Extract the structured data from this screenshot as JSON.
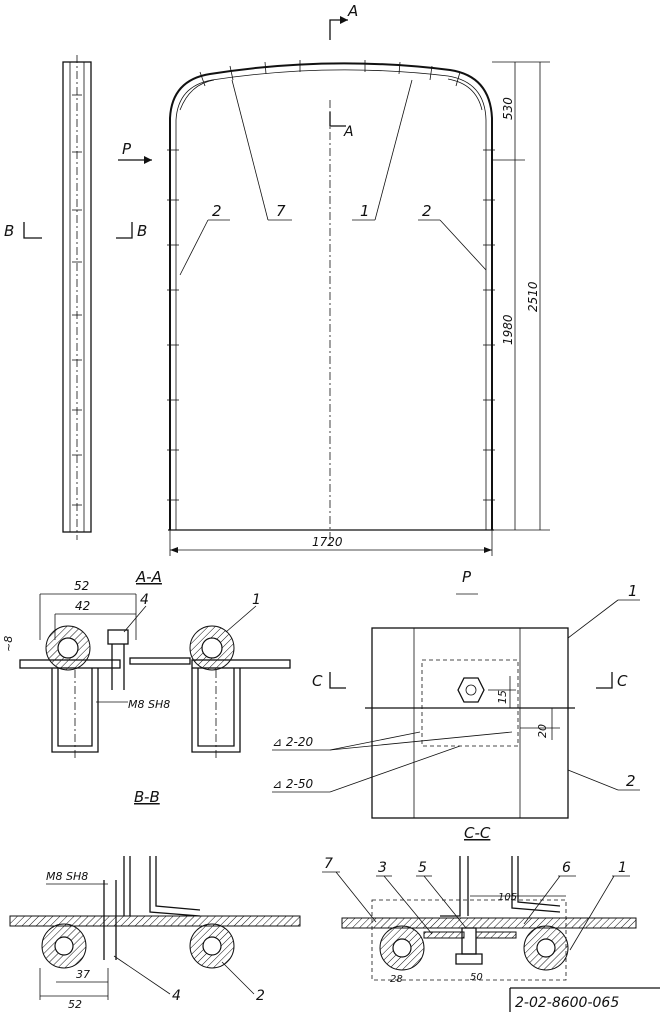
{
  "drawing": {
    "section_marks": {
      "a_top": "A",
      "a_mid": "A",
      "p_view": "P",
      "b_left": "B",
      "b_right": "B",
      "c_left": "C",
      "c_right": "C"
    },
    "callouts_main": {
      "left2": "2",
      "seven": "7",
      "one": "1",
      "right2": "2"
    },
    "dimensions_main": {
      "d530": "530",
      "d1980": "1980",
      "d2510": "2510",
      "d1720": "1720"
    },
    "section_aa": {
      "title": "A-A",
      "d52": "52",
      "d42": "42",
      "d8": "~8",
      "callout4": "4",
      "callout1": "1",
      "bolt": "M8 SH8"
    },
    "view_p": {
      "title": "P",
      "callout1": "1",
      "callout2": "2",
      "d15": "15",
      "d20": "20",
      "weld1": "⊿ 2-20",
      "weld2": "⊿ 2-50"
    },
    "section_bb": {
      "title": "B-B",
      "bolt": "M8 SH8",
      "d37": "37",
      "d52": "52",
      "callout4": "4",
      "callout2": "2"
    },
    "section_cc": {
      "title": "C-C",
      "callout7": "7",
      "callout3": "3",
      "callout5": "5",
      "callout6": "6",
      "callout1": "1",
      "d105": "105",
      "d28": "28",
      "d50": "50"
    },
    "drawing_number": "2-02-8600-065"
  }
}
